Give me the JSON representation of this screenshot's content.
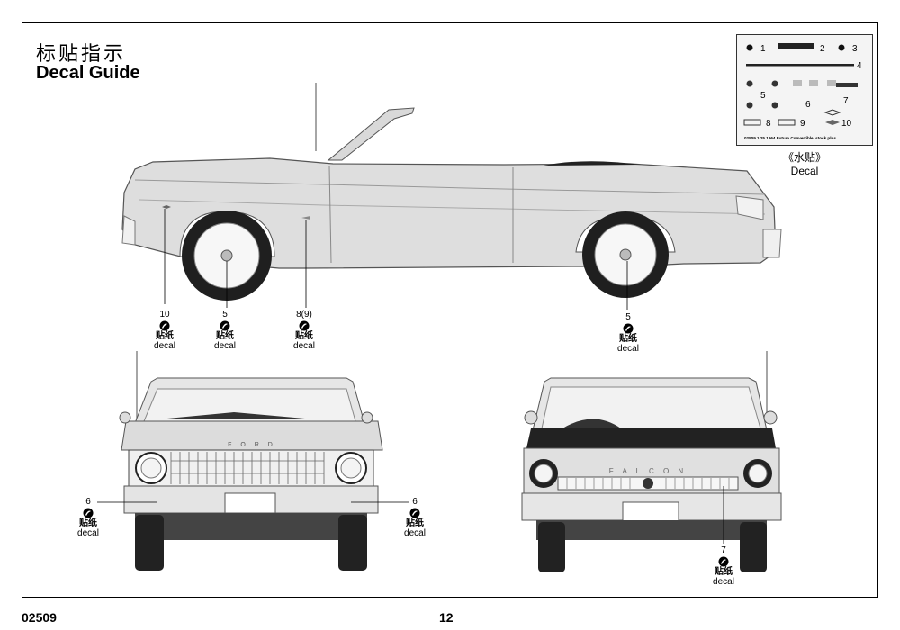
{
  "header": {
    "title_zh": "标贴指示",
    "title_en": "Decal Guide"
  },
  "footer": {
    "code": "02509",
    "page": "12"
  },
  "decal_sheet": {
    "numbers": [
      "1",
      "2",
      "3",
      "4",
      "5",
      "6",
      "7",
      "8",
      "9",
      "10"
    ],
    "footer_text": "02509  1/25  1964 Futura Convertible, stock plus",
    "caption_zh": "《水贴》",
    "caption_en": "Decal"
  },
  "callouts": {
    "side_10": {
      "num": "10",
      "zh": "贴纸",
      "en": "decal"
    },
    "side_5a": {
      "num": "5",
      "zh": "贴纸",
      "en": "decal"
    },
    "side_8": {
      "num": "8(9)",
      "zh": "贴纸",
      "en": "decal"
    },
    "side_5b": {
      "num": "5",
      "zh": "贴纸",
      "en": "decal"
    },
    "front_6a": {
      "num": "6",
      "zh": "贴纸",
      "en": "decal"
    },
    "front_6b": {
      "num": "6",
      "zh": "贴纸",
      "en": "decal"
    },
    "rear_7": {
      "num": "7",
      "zh": "贴纸",
      "en": "decal"
    }
  },
  "car_lettering": {
    "front": "F O R D",
    "rear": "F A L C O N"
  }
}
